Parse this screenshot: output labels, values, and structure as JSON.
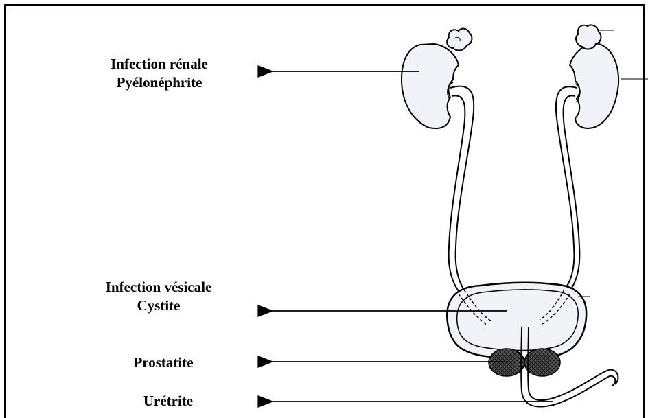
{
  "labels": {
    "kidney": {
      "line1": "Infection rénale",
      "line2": "Pyélonéphrite"
    },
    "bladder": {
      "line1": "Infection vésicale",
      "line2": "Cystite"
    },
    "prostate": {
      "line1": "Prostatite"
    },
    "urethra": {
      "line1": "Urétrite"
    }
  },
  "colors": {
    "outline": "#000000",
    "organ_fill": "#f1f3f8",
    "prostate_fill": "#4a4a4a"
  }
}
